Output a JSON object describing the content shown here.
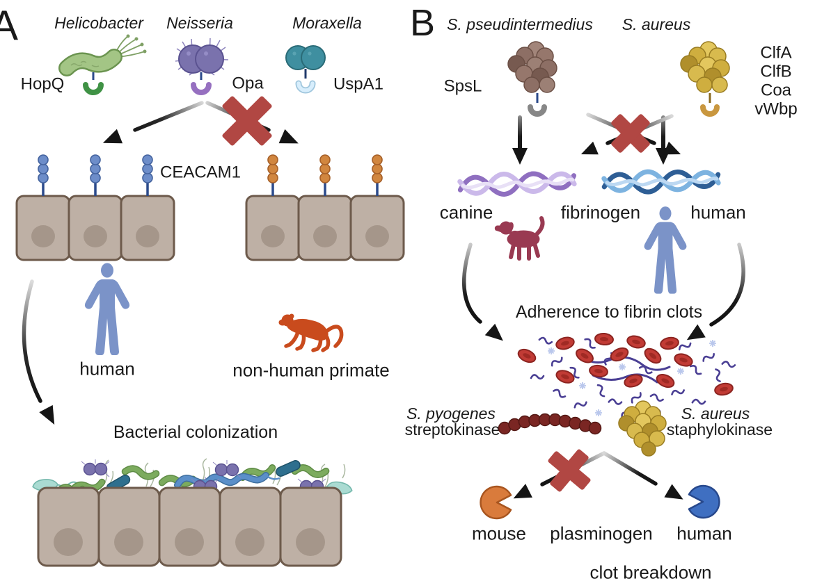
{
  "panelA": {
    "label": "A",
    "species": [
      "Helicobacter",
      "Neisseria",
      "Moraxella"
    ],
    "adhesins": [
      "HopQ",
      "Opa",
      "UspA1"
    ],
    "receptor": "CEACAM1",
    "host_left": "human",
    "host_right": "non-human primate",
    "outcome": "Bacterial colonization"
  },
  "panelB": {
    "label": "B",
    "species_left": "S. pseudintermedius",
    "species_right": "S. aureus",
    "adhesin_left": "SpsL",
    "adhesins_right": [
      "ClfA",
      "ClfB",
      "Coa",
      "vWbp"
    ],
    "ligand_left": "canine",
    "ligand_center": "fibrinogen",
    "ligand_right": "human",
    "step1": "Adherence to fibrin clots",
    "kinase_left_species": "S. pyogenes",
    "kinase_left_name": "streptokinase",
    "kinase_right_species": "S. aureus",
    "kinase_right_name": "staphylokinase",
    "target_left": "mouse",
    "target_center": "plasminogen",
    "target_right": "human",
    "outcome": "clot breakdown"
  },
  "colors": {
    "blocked_x": "#b14743",
    "arrow": "#151515",
    "human_blue": "#7b93c8",
    "primate_orange": "#c94b1d",
    "cell_fill": "#beb0a5",
    "cell_border": "#6d5a4b",
    "cell_nucleus": "#a5968a",
    "receptor_blue": "#6d8dc9",
    "receptor_orange": "#d1863f",
    "helicobacter_green": "#a3c585",
    "neisseria_purple": "#7a72ad",
    "moraxella_teal": "#3f8fa0",
    "s_pseudintermedius_brown": "#8d6f65",
    "s_aureus_gold": "#cfae3f",
    "canine_fibrinogen_purple": "#8f6fc0",
    "human_fibrinogen_blue": "#2e5e95",
    "dog_maroon": "#993a52",
    "streptococcus_red": "#7a2623",
    "rbc_red": "#c13b35",
    "fibrin_purple": "#4a3f94",
    "mouse_orange": "#d97b3c",
    "plasminogen_blue": "#3f6fc1"
  }
}
